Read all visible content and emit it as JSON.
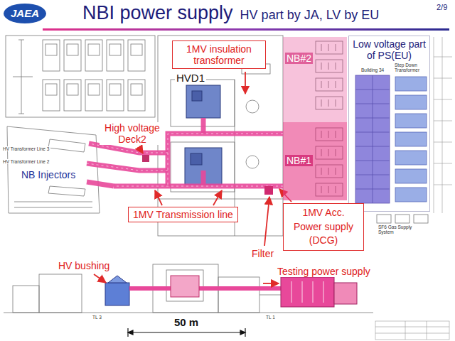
{
  "diagram": {
    "title": "NBI power supply",
    "nodes": [
      {
        "text": [
          "1MV insulation transformer"
        ]
      },
      {
        "text": [
          "NB#2"
        ]
      },
      {
        "text": [
          "Low voltage part of PS(EU)"
        ]
      },
      {
        "text": [
          "NB#1"
        ]
      },
      {
        "text": [
          "1MV Transmission line"
        ]
      },
      {
        "text": [
          "1MV Acc. Power supply (DCG)"
        ]
      }
    ],
    "labels": [
      "JAEA",
      "HV part by JA, LV by EU",
      "2/9",
      "HVD1",
      "High voltage Deck2",
      "NB Injectors",
      "Filter",
      "HV bushing",
      "Testing power supply",
      "50 m",
      "HV Transformer Line 3",
      "HV Transformer Line 2",
      "Building 34",
      "Step Down Transformer",
      "SF6 Gas Supply System",
      "TL 3",
      "TL 1"
    ]
  }
}
